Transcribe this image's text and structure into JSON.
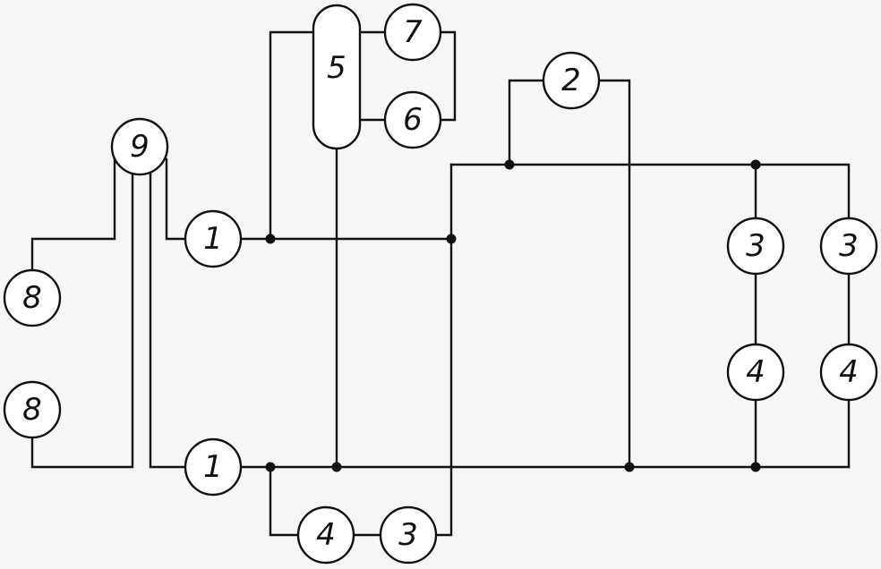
{
  "diagram": {
    "components": [
      {
        "id": "c9",
        "label": "9"
      },
      {
        "id": "c5",
        "label": "5"
      },
      {
        "id": "c7",
        "label": "7"
      },
      {
        "id": "c6",
        "label": "6"
      },
      {
        "id": "c2",
        "label": "2"
      },
      {
        "id": "c1-top",
        "label": "1"
      },
      {
        "id": "c1-bottom",
        "label": "1"
      },
      {
        "id": "c8-top",
        "label": "8"
      },
      {
        "id": "c8-bottom",
        "label": "8"
      },
      {
        "id": "c3-right-a",
        "label": "3"
      },
      {
        "id": "c3-right-b",
        "label": "3"
      },
      {
        "id": "c4-right-a",
        "label": "4"
      },
      {
        "id": "c4-right-b",
        "label": "4"
      },
      {
        "id": "c4-bottom",
        "label": "4"
      },
      {
        "id": "c3-bottom",
        "label": "3"
      }
    ]
  }
}
